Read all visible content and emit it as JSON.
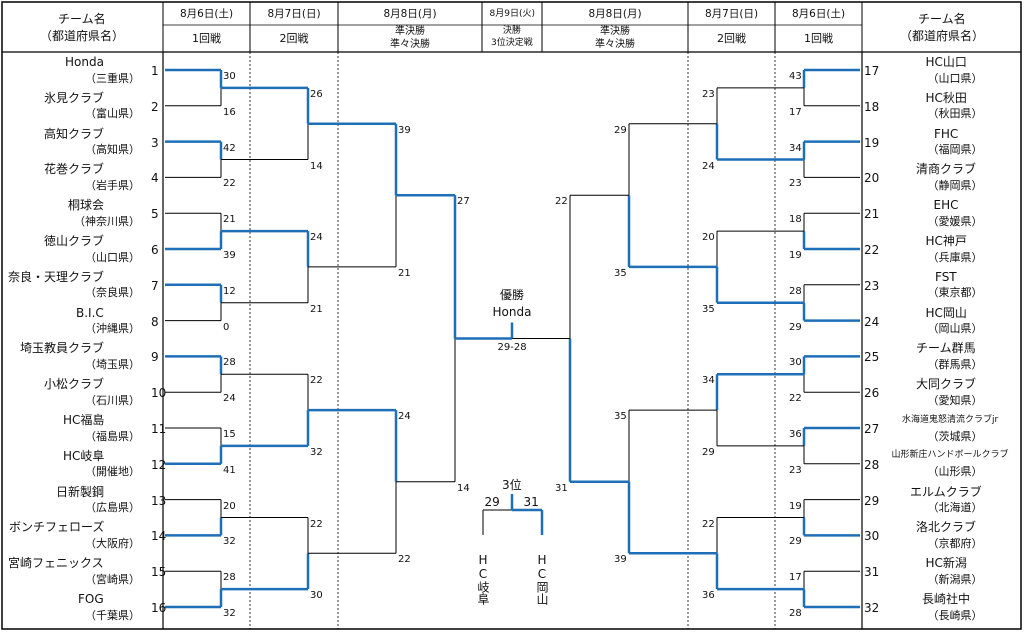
{
  "header": {
    "team_col_title": "チーム名",
    "team_col_sub": "（都道府県名）",
    "days": [
      {
        "date": "8月6日(土)",
        "round": "1回戦"
      },
      {
        "date": "8月7日(日)",
        "round": "2回戦"
      },
      {
        "date": "8月8日(月)",
        "round": "準決勝\n準々決勝"
      },
      {
        "date": "8月9日(火)",
        "round": "決勝\n3位決定戦"
      },
      {
        "date": "8月8日(月)",
        "round": "準決勝\n準々決勝"
      },
      {
        "date": "8月7日(日)",
        "round": "2回戦"
      },
      {
        "date": "8月6日(土)",
        "round": "1回戦"
      }
    ]
  },
  "left_teams": [
    {
      "no": "1",
      "name": "Honda",
      "pref": "（三重県）"
    },
    {
      "no": "2",
      "name": "氷見クラブ",
      "pref": "（富山県）"
    },
    {
      "no": "3",
      "name": "高知クラブ",
      "pref": "（高知県）"
    },
    {
      "no": "4",
      "name": "花巻クラブ",
      "pref": "（岩手県）"
    },
    {
      "no": "5",
      "name": "桐球会",
      "pref": "（神奈川県）"
    },
    {
      "no": "6",
      "name": "徳山クラブ",
      "pref": "（山口県）"
    },
    {
      "no": "7",
      "name": "奈良・天理クラブ",
      "pref": "（奈良県）"
    },
    {
      "no": "8",
      "name": "B.I.C",
      "pref": "（沖縄県）"
    },
    {
      "no": "9",
      "name": "埼玉教員クラブ",
      "pref": "（埼玉県）"
    },
    {
      "no": "10",
      "name": "小松クラブ",
      "pref": "（石川県）"
    },
    {
      "no": "11",
      "name": "HC福島",
      "pref": "（福島県）"
    },
    {
      "no": "12",
      "name": "HC岐阜",
      "pref": "（開催地）"
    },
    {
      "no": "13",
      "name": "日新製鋼",
      "pref": "（広島県）"
    },
    {
      "no": "14",
      "name": "ボンチフェローズ",
      "pref": "（大阪府）"
    },
    {
      "no": "15",
      "name": "宮崎フェニックス",
      "pref": "（宮崎県）"
    },
    {
      "no": "16",
      "name": "FOG",
      "pref": "（千葉県）"
    }
  ],
  "right_teams": [
    {
      "no": "17",
      "name": "HC山口",
      "pref": "（山口県）"
    },
    {
      "no": "18",
      "name": "HC秋田",
      "pref": "（秋田県）"
    },
    {
      "no": "19",
      "name": "FHC",
      "pref": "（福岡県）"
    },
    {
      "no": "20",
      "name": "清商クラブ",
      "pref": "（静岡県）"
    },
    {
      "no": "21",
      "name": "EHC",
      "pref": "（愛媛県）"
    },
    {
      "no": "22",
      "name": "HC神戸",
      "pref": "（兵庫県）"
    },
    {
      "no": "23",
      "name": "FST",
      "pref": "（東京都）"
    },
    {
      "no": "24",
      "name": "HC岡山",
      "pref": "（岡山県）"
    },
    {
      "no": "25",
      "name": "チーム群馬",
      "pref": "（群馬県）"
    },
    {
      "no": "26",
      "name": "大同クラブ",
      "pref": "（愛知県）"
    },
    {
      "no": "27",
      "name": "水海道鬼怒清流クラブjr",
      "pref": "（茨城県）"
    },
    {
      "no": "28",
      "name": "山形新庄ハンドボールクラブ",
      "pref": "（山形県）"
    },
    {
      "no": "29",
      "name": "エルムクラブ",
      "pref": "（北海道）"
    },
    {
      "no": "30",
      "name": "洛北クラブ",
      "pref": "（京都府）"
    },
    {
      "no": "31",
      "name": "HC新潟",
      "pref": "（新潟県）"
    },
    {
      "no": "32",
      "name": "長崎社中",
      "pref": "（長崎県）"
    }
  ],
  "left_scores": {
    "r1": [
      "30",
      "16",
      "42",
      "22",
      "21",
      "39",
      "12",
      "0",
      "28",
      "24",
      "15",
      "41",
      "20",
      "32",
      "28",
      "32"
    ],
    "r2": [
      "26",
      "14",
      "24",
      "21",
      "22",
      "32",
      "22",
      "30"
    ],
    "qf": [
      "39",
      "21",
      "24",
      "22"
    ],
    "sf": [
      "27",
      "14"
    ]
  },
  "right_scores": {
    "r1": [
      "43",
      "17",
      "34",
      "23",
      "18",
      "19",
      "28",
      "29",
      "30",
      "22",
      "36",
      "23",
      "19",
      "29",
      "17",
      "28"
    ],
    "r2": [
      "23",
      "24",
      "20",
      "35",
      "34",
      "29",
      "22",
      "36"
    ],
    "qf": [
      "29",
      "35",
      "35",
      "39"
    ],
    "sf": [
      "22",
      "31"
    ]
  },
  "final": {
    "label": "優勝",
    "winner": "Honda",
    "score": "29-28"
  },
  "third": {
    "label": "3位",
    "left_score": "29",
    "right_score": "31",
    "left_team": "HC岐阜",
    "right_team": "HC岡山"
  },
  "colors": {
    "win": "#1f6fb8",
    "lose": "#000000",
    "divider": "#000000"
  }
}
